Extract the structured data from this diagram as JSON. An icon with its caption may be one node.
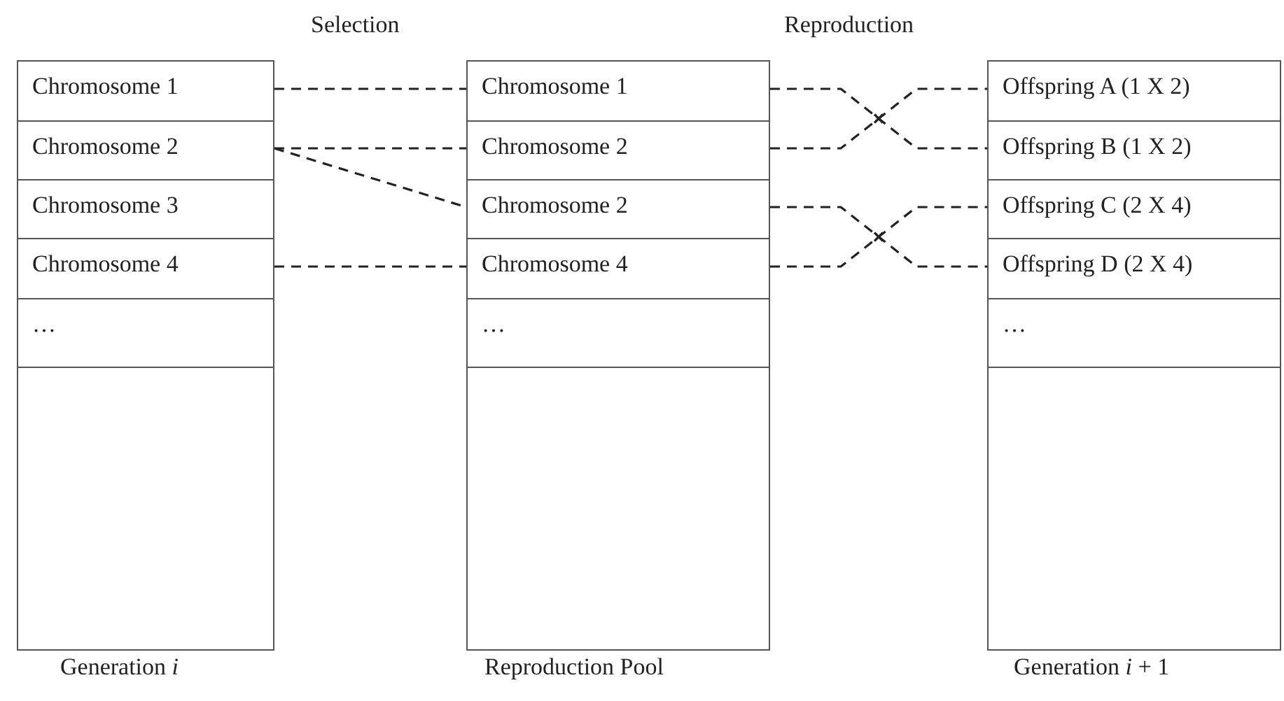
{
  "diagram": {
    "nodes": [
      {
        "text": [
          "Generation *i*"
        ]
      },
      {
        "text": [
          "Chromosome 1"
        ],
        "in": 0
      },
      {
        "text": [
          "Chromosome 2"
        ],
        "in": 0
      },
      {
        "text": [
          "Chromosome 3"
        ],
        "in": 0
      },
      {
        "text": [
          "Chromosome 4"
        ],
        "in": 0
      },
      {
        "text": [
          "…"
        ],
        "in": 0
      },
      {
        "text": [
          "Reproduction Pool"
        ]
      },
      {
        "text": [
          "Chromosome 1"
        ],
        "in": 6
      },
      {
        "text": [
          "Chromosome 2"
        ],
        "in": 6
      },
      {
        "text": [
          "Chromosome 2"
        ],
        "in": 6
      },
      {
        "text": [
          "Chromosome 4"
        ],
        "in": 6
      },
      {
        "text": [
          "…"
        ],
        "in": 6
      },
      {
        "text": [
          "Generation *i* + 1"
        ]
      },
      {
        "text": [
          "Offspring A (1 X 2)"
        ],
        "in": 12
      },
      {
        "text": [
          "Offspring B (1 X 2)"
        ],
        "in": 12
      },
      {
        "text": [
          "Offspring C (2 X 4)"
        ],
        "in": 12
      },
      {
        "text": [
          "Offspring D (2 X 4)"
        ],
        "in": 12
      },
      {
        "text": [
          "…"
        ],
        "in": 12
      }
    ],
    "edges": [
      {
        "from": 1,
        "to": 7,
        "arrow": "none",
        "style": "dashed"
      },
      {
        "from": 2,
        "to": 8,
        "arrow": "none",
        "style": "dashed"
      },
      {
        "from": 2,
        "to": 9,
        "arrow": "none",
        "style": "dashed"
      },
      {
        "from": 4,
        "to": 10,
        "arrow": "none",
        "style": "dashed"
      },
      {
        "from": 7,
        "to": 14,
        "arrow": "none",
        "style": "dashed"
      },
      {
        "from": 8,
        "to": 13,
        "arrow": "none",
        "style": "dashed"
      },
      {
        "from": 9,
        "to": 16,
        "arrow": "none",
        "style": "dashed"
      },
      {
        "from": 10,
        "to": 15,
        "arrow": "none",
        "style": "dashed"
      }
    ],
    "labels": [
      "Selection",
      "Reproduction"
    ]
  }
}
